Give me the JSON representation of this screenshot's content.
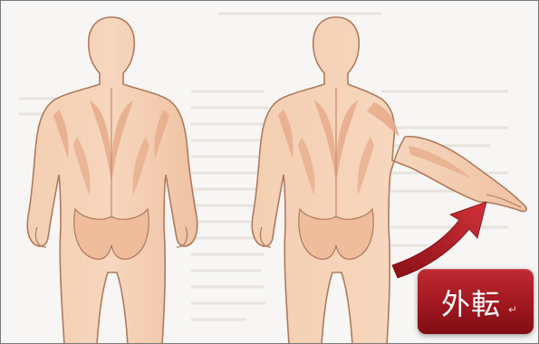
{
  "figure": {
    "left_pose": "arms-at-side-back-view",
    "right_pose": "arm-abducted-back-view"
  },
  "badge": {
    "label": "外転",
    "return_mark": "↵",
    "color": "#a31a22"
  },
  "arrow": {
    "direction": "up-right",
    "color": "#b8202a"
  },
  "colors": {
    "skin": "#f2c8a8",
    "muscle": "#e6a989",
    "outline": "#b07a5c",
    "background": "#f7f6f4"
  }
}
